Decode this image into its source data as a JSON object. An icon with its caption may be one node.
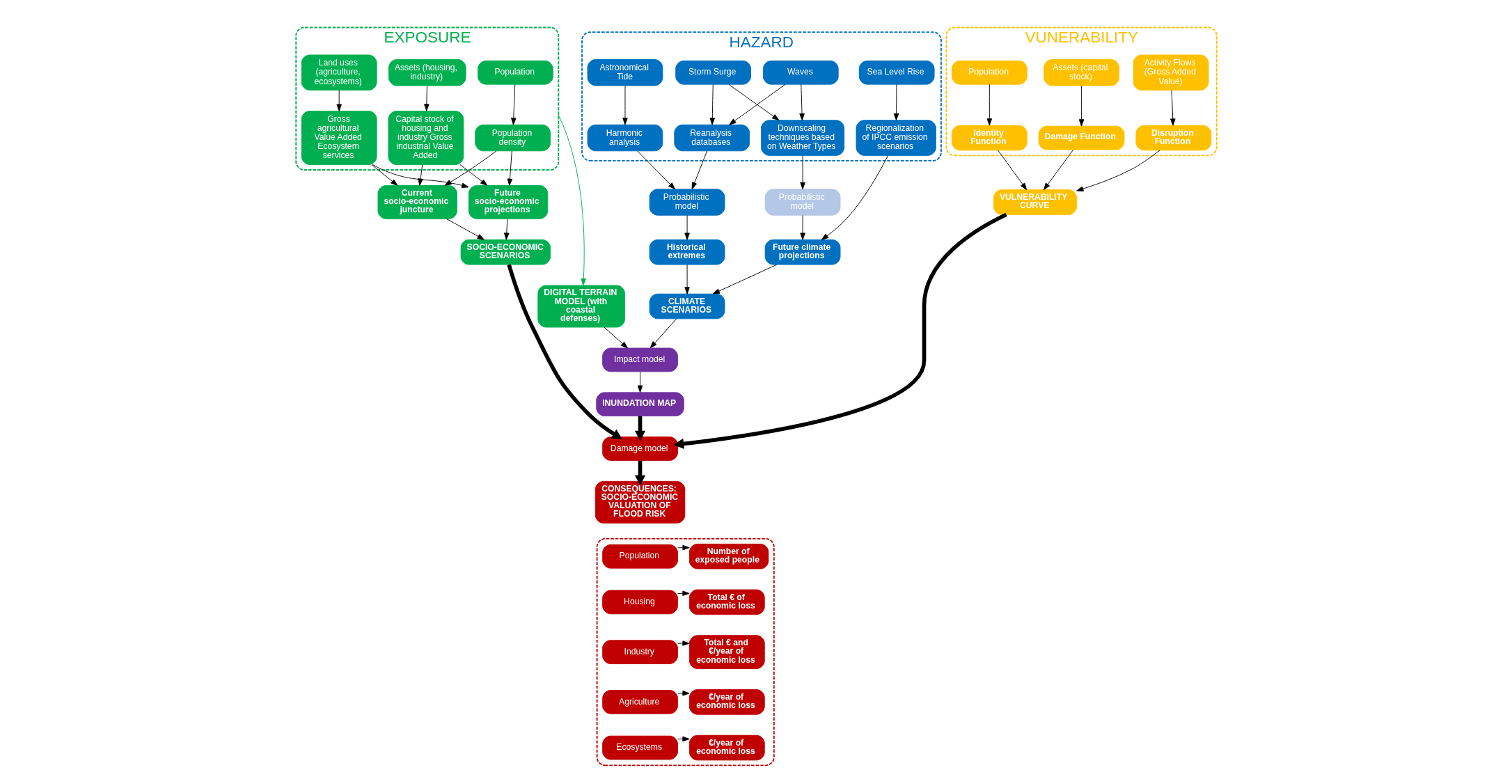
{
  "diagram": {
    "nodes": [
      {
        "text": [
          "EXPOSURE"
        ]
      },
      {
        "text": [
          "Population"
        ],
        "in": 0
      },
      {
        "text": [
          "Assets (housing, industry)"
        ],
        "in": 0
      },
      {
        "text": [
          "Land uses (agriculture, ecosystems)"
        ],
        "in": 0
      },
      {
        "text": [
          "Population density"
        ],
        "in": 0
      },
      {
        "text": [
          "Capital stock of housing and industry Gross industrial Value Added"
        ],
        "in": 0
      },
      {
        "text": [
          "Gross agricultural Value Added Ecosystem services"
        ],
        "in": 0
      },
      {
        "text": [
          "Current socio-economic juncture"
        ]
      },
      {
        "text": [
          "Future socio-economic projections"
        ]
      },
      {
        "text": [
          "SOCIO-ECONOMIC SCENARIOS"
        ]
      },
      {
        "text": [
          "DIGITAL TERRAIN MODEL (with coastal defenses)"
        ]
      },
      {
        "text": [
          "HAZARD"
        ]
      },
      {
        "text": [
          "Astronomical Tide"
        ],
        "in": 11
      },
      {
        "text": [
          "Storm Surge"
        ],
        "in": 11
      },
      {
        "text": [
          "Waves"
        ],
        "in": 11
      },
      {
        "text": [
          "Sea Level Rise"
        ],
        "in": 11
      },
      {
        "text": [
          "Harmonic analysis"
        ],
        "in": 11
      },
      {
        "text": [
          "Reanalysis databases"
        ],
        "in": 11
      },
      {
        "text": [
          "Downscaling techniques based on Weather Types"
        ],
        "in": 11
      },
      {
        "text": [
          "Regionalization of IPCC emission scenarios"
        ],
        "in": 11
      },
      {
        "text": [
          "Probabilistic model"
        ]
      },
      {
        "text": [
          "Probabilistic model"
        ]
      },
      {
        "text": [
          "Historical extremes"
        ]
      },
      {
        "text": [
          "Future climate projections"
        ]
      },
      {
        "text": [
          "CLIMATE SCENARIOS"
        ]
      },
      {
        "text": [
          "Impact model"
        ]
      },
      {
        "text": [
          "INUNDATION MAP"
        ]
      },
      {
        "text": [
          "VUNERABILITY"
        ]
      },
      {
        "text": [
          "Population"
        ],
        "in": 27
      },
      {
        "text": [
          "Assets (capital stock)"
        ],
        "in": 27
      },
      {
        "text": [
          "Activity Flows (Gross Added Value)"
        ],
        "in": 27
      },
      {
        "text": [
          "Identity Function"
        ],
        "in": 27
      },
      {
        "text": [
          "Damage Function"
        ],
        "in": 27
      },
      {
        "text": [
          "Disruption Function"
        ],
        "in": 27
      },
      {
        "text": [
          "VULNERABILITY CURVE"
        ]
      },
      {
        "text": [
          "Damage model"
        ]
      },
      {
        "text": [
          "CONSEQUENCES: SOCIO-ECONOMIC VALUATION OF FLOOD RISK"
        ]
      },
      {
        "text": [],
        "shape": "box"
      },
      {
        "text": [
          "Population"
        ],
        "in": 37
      },
      {
        "text": [
          "Number of exposed people"
        ],
        "in": 37
      },
      {
        "text": [
          "Housing"
        ],
        "in": 37
      },
      {
        "text": [
          "Total € of economic loss"
        ],
        "in": 37
      },
      {
        "text": [
          "Industry"
        ],
        "in": 37
      },
      {
        "text": [
          "Total € and €/year of economic loss"
        ],
        "in": 37
      },
      {
        "text": [
          "Agriculture"
        ],
        "in": 37
      },
      {
        "text": [
          "€/year of economic loss"
        ],
        "in": 37
      },
      {
        "text": [
          "Ecosystems"
        ],
        "in": 37
      },
      {
        "text": [
          "€/year of economic loss"
        ],
        "in": 37
      }
    ],
    "edges": [
      {
        "from": 1,
        "to": 4,
        "arrow": "to"
      },
      {
        "from": 2,
        "to": 5,
        "arrow": "to"
      },
      {
        "from": 3,
        "to": 6,
        "arrow": "to"
      },
      {
        "from": 4,
        "to": 7,
        "arrow": "to"
      },
      {
        "from": 5,
        "to": 7,
        "arrow": "to"
      },
      {
        "from": 6,
        "to": 7,
        "arrow": "to"
      },
      {
        "from": 4,
        "to": 8,
        "arrow": "to"
      },
      {
        "from": 5,
        "to": 8,
        "arrow": "to"
      },
      {
        "from": 6,
        "to": 8,
        "arrow": "to"
      },
      {
        "from": 7,
        "to": 9,
        "arrow": "to"
      },
      {
        "from": 8,
        "to": 9,
        "arrow": "to"
      },
      {
        "from": 0,
        "to": 10,
        "arrow": "to",
        "color": "#00b050"
      },
      {
        "from": 12,
        "to": 16,
        "arrow": "to"
      },
      {
        "from": 13,
        "to": 17,
        "arrow": "to"
      },
      {
        "from": 14,
        "to": 17,
        "arrow": "to"
      },
      {
        "from": 13,
        "to": 18,
        "arrow": "to"
      },
      {
        "from": 14,
        "to": 18,
        "arrow": "to"
      },
      {
        "from": 15,
        "to": 19,
        "arrow": "to"
      },
      {
        "from": 16,
        "to": 20,
        "arrow": "to"
      },
      {
        "from": 17,
        "to": 20,
        "arrow": "to"
      },
      {
        "from": 18,
        "to": 21,
        "arrow": "to"
      },
      {
        "from": 20,
        "to": 22,
        "arrow": "to"
      },
      {
        "from": 21,
        "to": 23,
        "arrow": "to"
      },
      {
        "from": 19,
        "to": 23,
        "arrow": "to"
      },
      {
        "from": 22,
        "to": 24,
        "arrow": "to"
      },
      {
        "from": 23,
        "to": 24,
        "arrow": "to"
      },
      {
        "from": 10,
        "to": 25,
        "arrow": "to"
      },
      {
        "from": 24,
        "to": 25,
        "arrow": "to"
      },
      {
        "from": 25,
        "to": 26,
        "arrow": "to"
      },
      {
        "from": 28,
        "to": 31,
        "arrow": "to"
      },
      {
        "from": 29,
        "to": 32,
        "arrow": "to"
      },
      {
        "from": 30,
        "to": 33,
        "arrow": "to"
      },
      {
        "from": 31,
        "to": 34,
        "arrow": "to"
      },
      {
        "from": 32,
        "to": 34,
        "arrow": "to"
      },
      {
        "from": 33,
        "to": 34,
        "arrow": "to"
      },
      {
        "from": 34,
        "to": 35,
        "arrow": "to",
        "style": "thick"
      },
      {
        "from": 9,
        "to": 35,
        "arrow": "to",
        "style": "thick"
      },
      {
        "from": 26,
        "to": 35,
        "arrow": "to",
        "style": "thick"
      },
      {
        "from": 35,
        "to": 36,
        "arrow": "to",
        "style": "thick"
      },
      {
        "from": 38,
        "to": 39,
        "arrow": "to"
      },
      {
        "from": 40,
        "to": 41,
        "arrow": "to"
      },
      {
        "from": 42,
        "to": 43,
        "arrow": "to"
      },
      {
        "from": 44,
        "to": 45,
        "arrow": "to"
      },
      {
        "from": 46,
        "to": 47,
        "arrow": "to"
      }
    ]
  }
}
